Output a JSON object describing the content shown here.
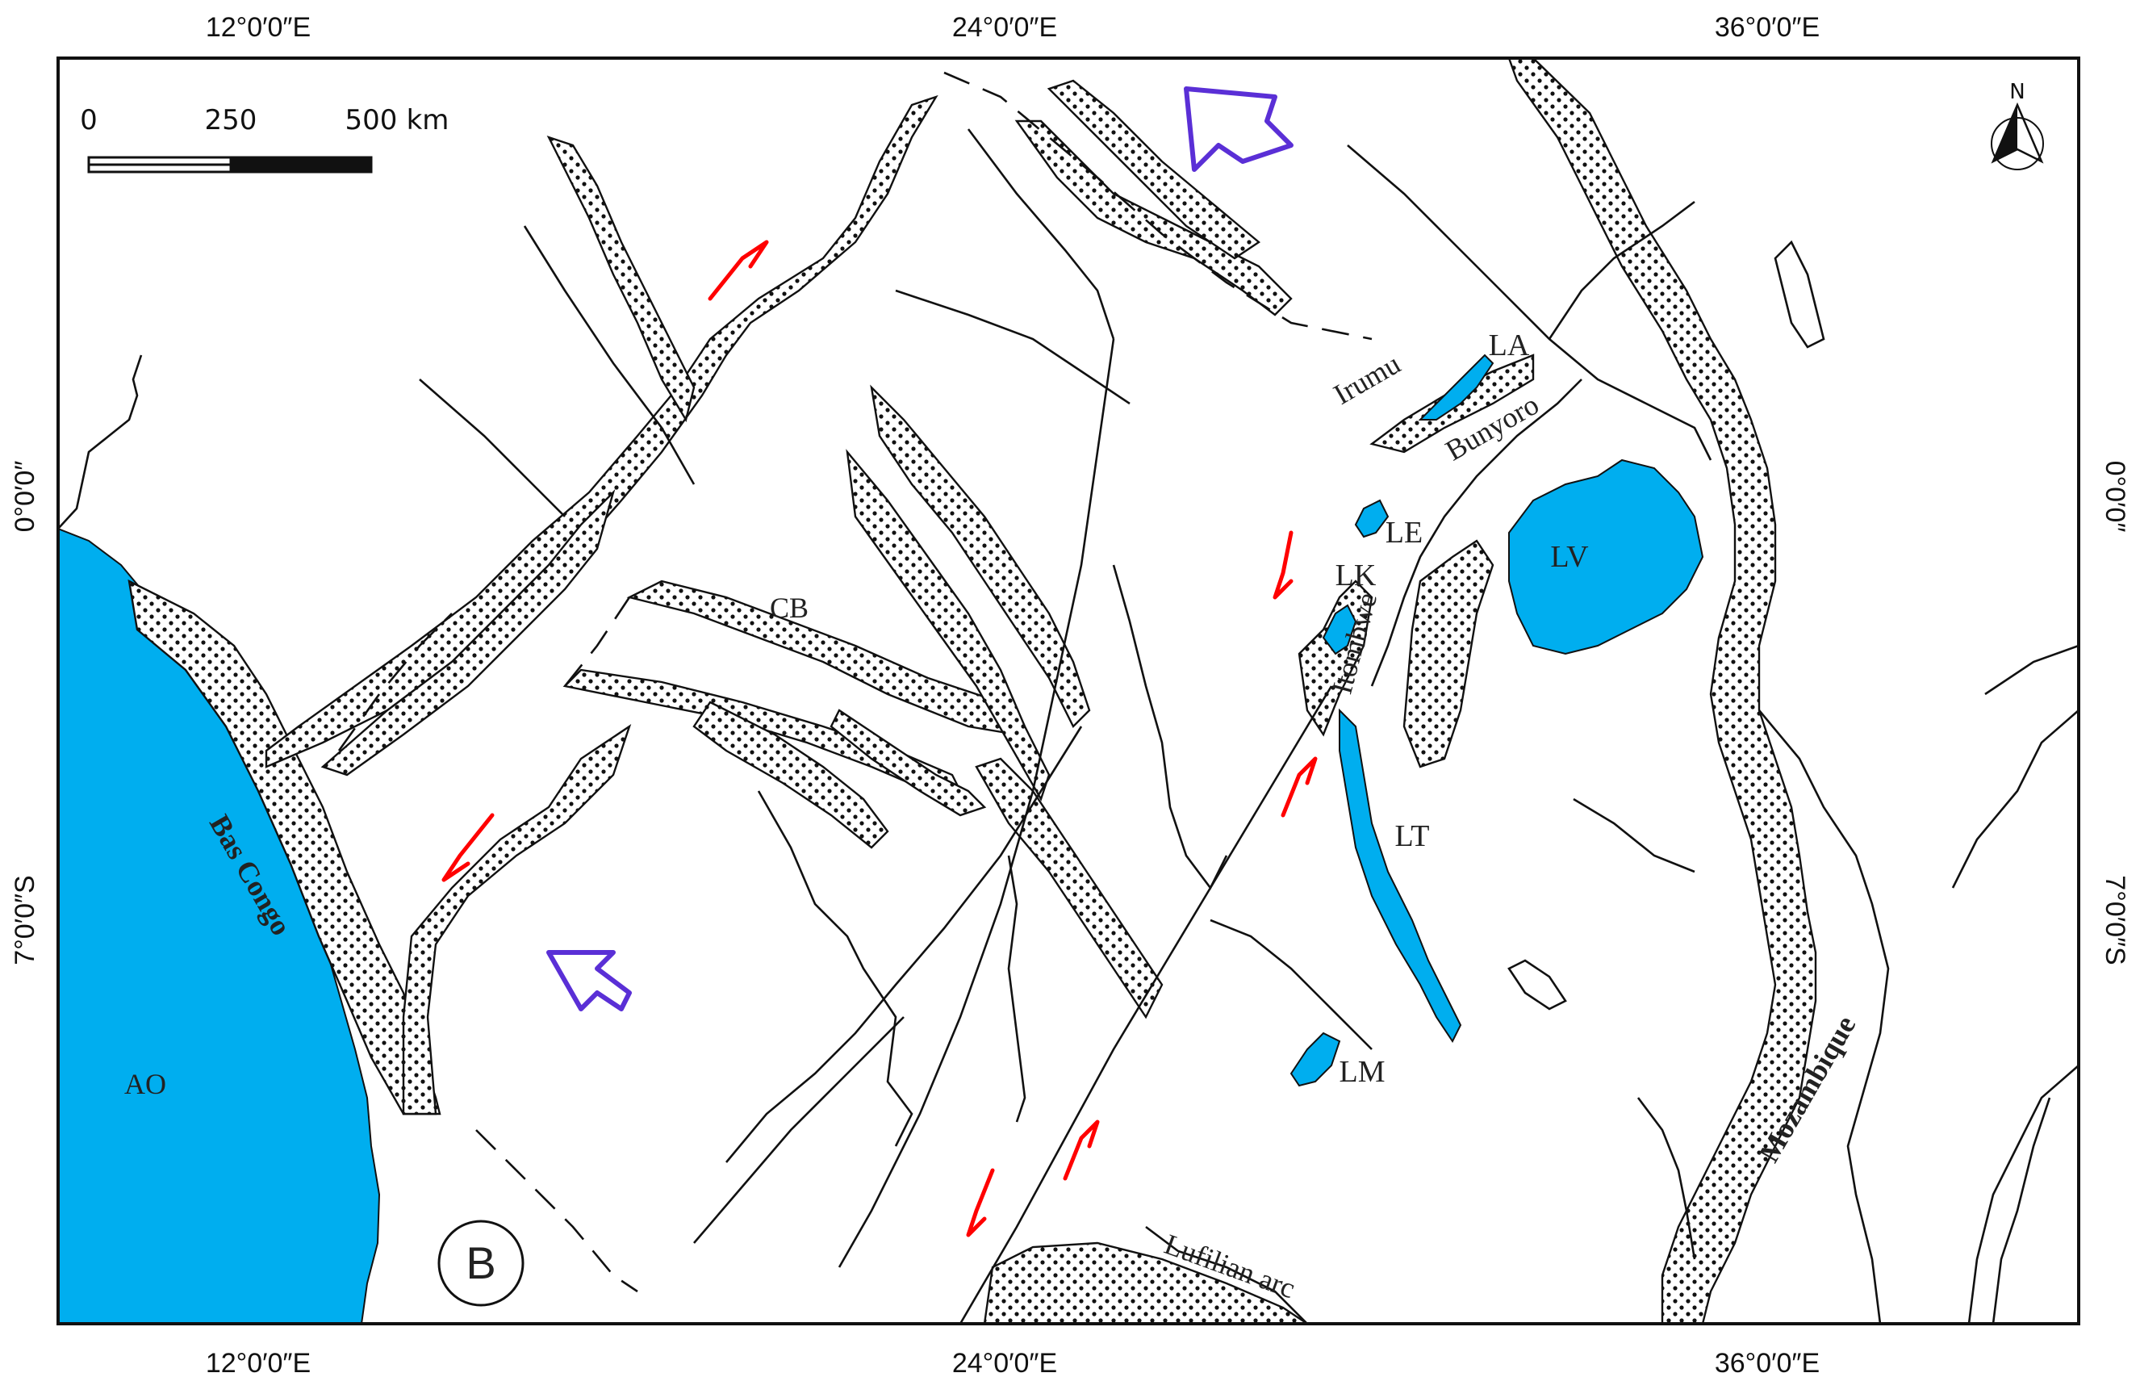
{
  "coordinates": {
    "top": [
      "12°0′0″E",
      "24°0′0″E",
      "36°0′0″E"
    ],
    "bottom": [
      "12°0′0″E",
      "24°0′0″E",
      "36°0′0″E"
    ],
    "left": [
      "0°0′0″",
      "7°0′0″S"
    ],
    "right": [
      "0°0′0″",
      "7°0′0″S"
    ]
  },
  "scale_bar": {
    "ticks": [
      "0",
      "250",
      "500"
    ],
    "unit": "km"
  },
  "north_arrow": {
    "label": "N"
  },
  "labels": {
    "cb": "CB",
    "ao": "AO",
    "bas_congo": "Bas Congo",
    "irumu": "Irumu",
    "bunyoro": "Bunyoro",
    "itombwe": "Itombwe",
    "lufilian": "Lufilian arc",
    "mozambique": "Mozambique",
    "panel": "B"
  },
  "lakes": {
    "la": "LA",
    "le": "LE",
    "lk": "LK",
    "lv": "LV",
    "lt": "LT",
    "lm": "LM"
  },
  "colors": {
    "water": "#00AEEF",
    "shear_arrow": "#FF0000",
    "push_arrow": "#5A2FD6"
  }
}
